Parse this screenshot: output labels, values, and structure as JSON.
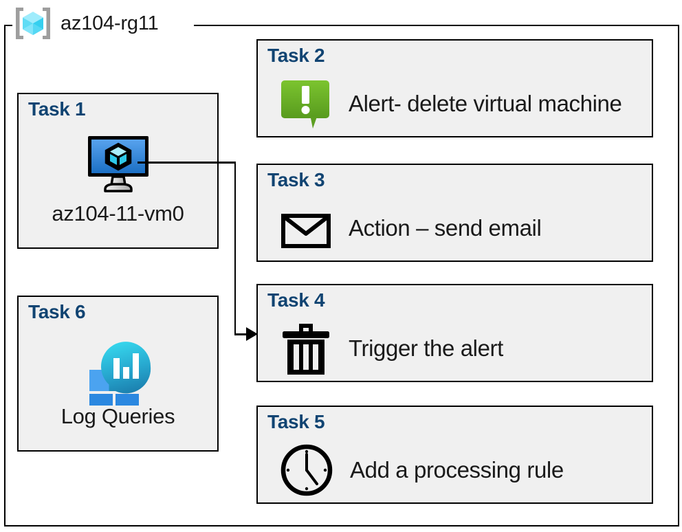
{
  "resource_group": {
    "name": "az104-rg11",
    "icon": "resource-group-icon"
  },
  "colors": {
    "task_label": "#114472",
    "box_fill": "#f0f0f0",
    "box_border": "#000000",
    "alert_green_top": "#79c22e",
    "alert_green_bottom": "#5c9e21",
    "vm_blue_top": "#4f9ae8",
    "vm_blue_bottom": "#1b6fc4",
    "loganalytics_cyan": "#32d0e8",
    "loganalytics_teal": "#1b89b8",
    "loganalytics_square_light": "#4ba3f0",
    "loganalytics_square": "#2b88e0",
    "rg_cube_cyan": "#8ce8fb",
    "rg_bracket_gray": "#9e9e9e"
  },
  "tasks": [
    {
      "id": "task1",
      "label": "Task 1",
      "icon": "virtual-machine-icon",
      "caption": "az104-11-vm0",
      "column": "left"
    },
    {
      "id": "task2",
      "label": "Task 2",
      "icon": "alert-bubble-icon",
      "text": "Alert- delete virtual machine",
      "column": "right"
    },
    {
      "id": "task3",
      "label": "Task 3",
      "icon": "envelope-icon",
      "text": "Action – send email",
      "column": "right"
    },
    {
      "id": "task4",
      "label": "Task 4",
      "icon": "trash-icon",
      "text": "Trigger the alert",
      "column": "right"
    },
    {
      "id": "task5",
      "label": "Task 5",
      "icon": "clock-icon",
      "text": "Add a processing rule",
      "column": "right"
    },
    {
      "id": "task6",
      "label": "Task 6",
      "icon": "log-analytics-icon",
      "caption": "Log Queries",
      "column": "left"
    }
  ],
  "connector": {
    "from": "task1-virtual-machine-icon",
    "to": "task4",
    "arrowhead": "right"
  }
}
